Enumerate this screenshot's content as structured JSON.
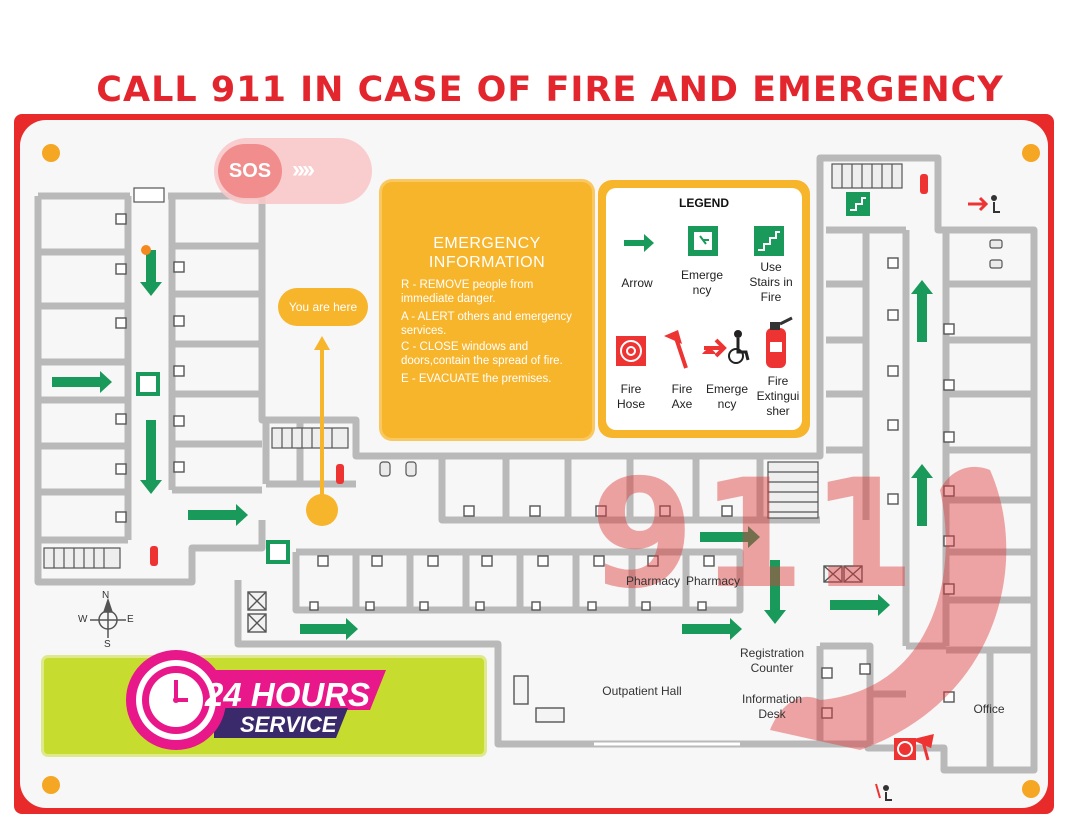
{
  "headline": "CALL 911 IN CASE OF FIRE AND EMERGENCY",
  "sos": {
    "label": "SOS",
    "arrows": "››››"
  },
  "emergency_info": {
    "title_line1": "EMERGENCY",
    "title_line2": "INFORMATION",
    "steps": [
      {
        "letter": "R",
        "text": " - REMOVE people from immediate danger."
      },
      {
        "letter": "A",
        "text": " - ALERT others and emergency services."
      },
      {
        "letter": "C",
        "text": " - CLOSE windows and doors,contain the spread of fire."
      },
      {
        "letter": "E",
        "text": " - EVACUATE the premises."
      }
    ]
  },
  "legend": {
    "title": "LEGEND",
    "items": {
      "arrow": "Arrow",
      "emergency_exit_1": "Emerge",
      "emergency_exit_2": "ncy",
      "stairs_1": "Use",
      "stairs_2": "Stairs in",
      "stairs_3": "Fire",
      "hose_1": "Fire",
      "hose_2": "Hose",
      "axe_1": "Fire",
      "axe_2": "Axe",
      "emergency_1": "Emerge",
      "emergency_2": "ncy",
      "extinguisher_1": "Fire",
      "extinguisher_2": "Extingui",
      "extinguisher_3": "sher"
    }
  },
  "you_are_here": "You are here",
  "rooms": {
    "pharmacy_1": "Pharmacy",
    "pharmacy_2": "Pharmacy",
    "registration_1": "Registration",
    "registration_2": "Counter",
    "information_1": "Information",
    "information_2": "Desk",
    "outpatient": "Outpatient Hall",
    "office": "Office"
  },
  "compass": {
    "n": "N",
    "s": "S",
    "w": "W",
    "e": "E"
  },
  "banner": {
    "hours": "24 HOURS",
    "service": "SERVICE"
  },
  "watermark": "911",
  "colors": {
    "frame": "#e82a2a",
    "headline": "#e3262d",
    "info_panel": "#f7b52c",
    "arrow_green": "#1a9a5a",
    "walls": "#b9b9b9",
    "banner_green": "#c6dc2e",
    "banner_pink": "#e8178a"
  }
}
